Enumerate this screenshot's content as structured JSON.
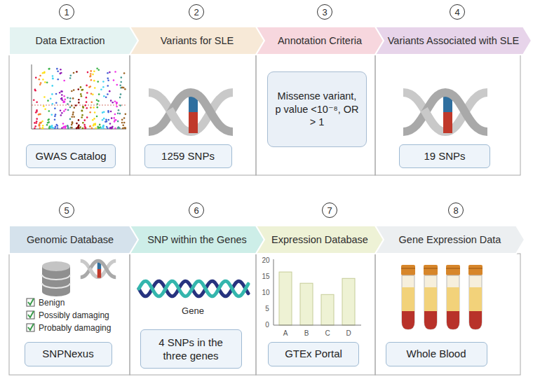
{
  "diagram": {
    "nodes": [
      {
        "text": [
          "Data Extraction"
        ]
      },
      {
        "text": [
          "GWAS Catalog"
        ]
      },
      {
        "text": [
          "Variants for SLE"
        ]
      },
      {
        "text": [
          "1259 SNPs"
        ]
      },
      {
        "text": [
          "Annotation Criteria"
        ]
      },
      {
        "text": [
          "Missense variant, p value <10⁻⁸, OR > 1"
        ]
      },
      {
        "text": [
          "Variants Associated with SLE"
        ]
      },
      {
        "text": [
          "19 SNPs"
        ]
      },
      {
        "text": [
          "Genomic Database"
        ]
      },
      {
        "text": [
          "SNPNexus"
        ]
      },
      {
        "text": [
          "SNP within the Genes"
        ]
      },
      {
        "text": [
          "4 SNPs in the three genes"
        ]
      },
      {
        "text": [
          "Expression Database"
        ]
      },
      {
        "text": [
          "GTEx Portal"
        ]
      },
      {
        "text": [
          "Gene Expression Data"
        ]
      },
      {
        "text": [
          "Whole Blood"
        ]
      }
    ],
    "labels": [
      "1",
      "2",
      "3",
      "4",
      "Benign",
      "Possibly damaging",
      "Probably damaging",
      "5",
      "6",
      "Gene",
      "7",
      "20",
      "15",
      "10",
      "5",
      "0",
      "A",
      "B",
      "C",
      "D",
      "8"
    ]
  }
}
